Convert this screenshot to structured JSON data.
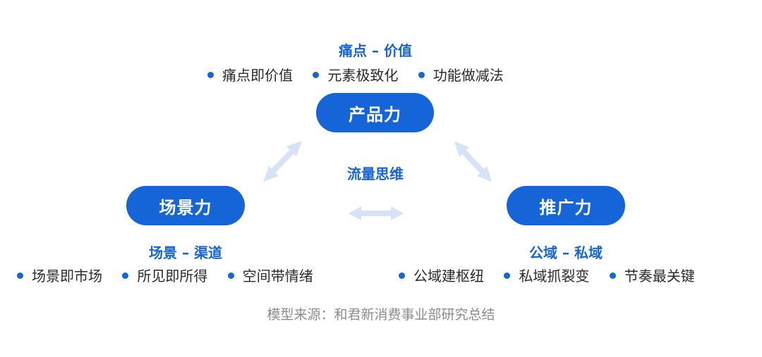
{
  "top": {
    "title": "痛点 – 价值",
    "bullets": [
      "痛点即价值",
      "元素极致化",
      "功能做减法"
    ],
    "pill": "产品力"
  },
  "center_label": "流量思维",
  "left": {
    "pill": "场景力",
    "title": "场景 – 渠道",
    "bullets": [
      "场景即市场",
      "所见即所得",
      "空间带情绪"
    ]
  },
  "right": {
    "pill": "推广力",
    "title": "公域 – 私域",
    "bullets": [
      "公域建枢纽",
      "私域抓裂变",
      "节奏最关键"
    ]
  },
  "source": "模型来源：和君新消费事业部研究总结",
  "colors": {
    "accent": "#1565d8",
    "arrow": "#d6e2f7",
    "text": "#2a2a2a",
    "muted": "#8c8c8c"
  }
}
